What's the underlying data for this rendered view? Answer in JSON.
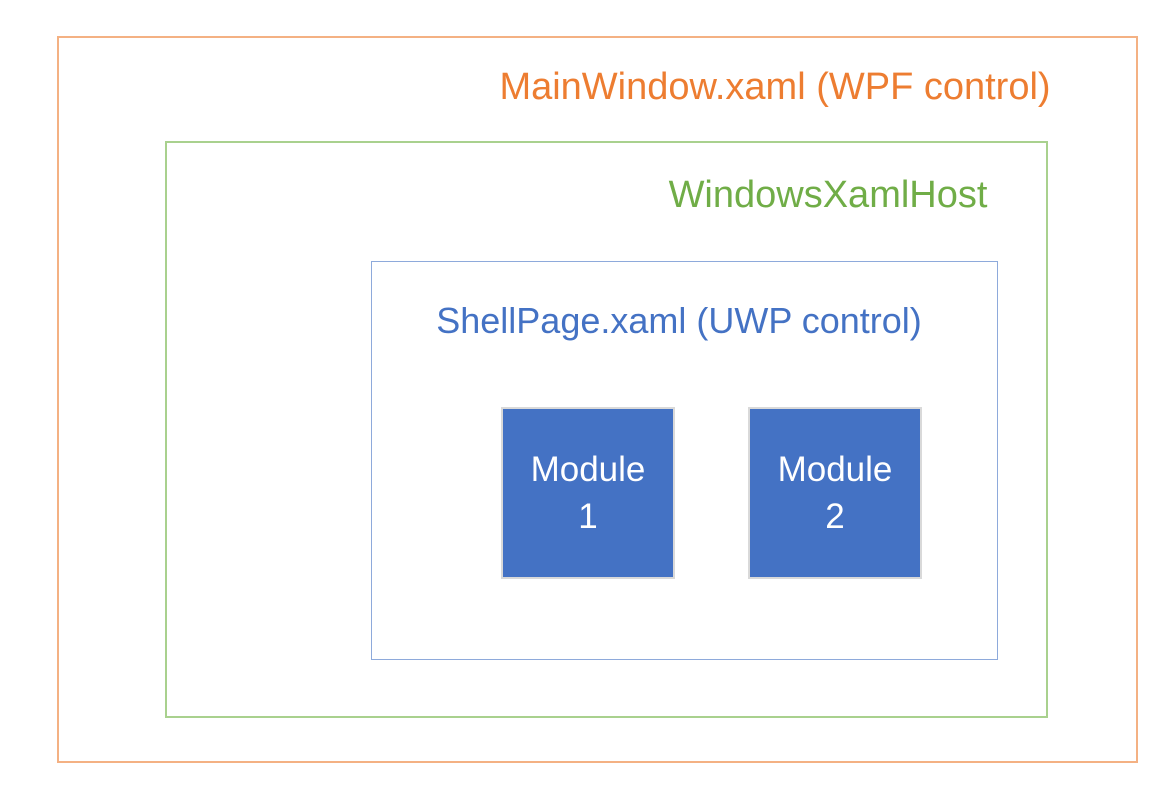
{
  "canvas": {
    "background_color": "#FFFFFF"
  },
  "boxes": {
    "main_window": {
      "label": "MainWindow.xaml (WPF control)",
      "text_color": "#ED7D31",
      "border_color": "#F4B183"
    },
    "xaml_host": {
      "label": "WindowsXamlHost",
      "text_color": "#70AD47",
      "border_color": "#A9D18E"
    },
    "shell_page": {
      "label": "ShellPage.xaml (UWP control)",
      "text_color": "#4472C4",
      "border_color": "#8EAADB"
    },
    "modules": {
      "fill_color": "#4472C4",
      "border_color": "#D9D9D9",
      "text_color": "#FFFFFF",
      "items": [
        {
          "line1": "Module",
          "line2": "1"
        },
        {
          "line1": "Module",
          "line2": "2"
        }
      ]
    }
  }
}
